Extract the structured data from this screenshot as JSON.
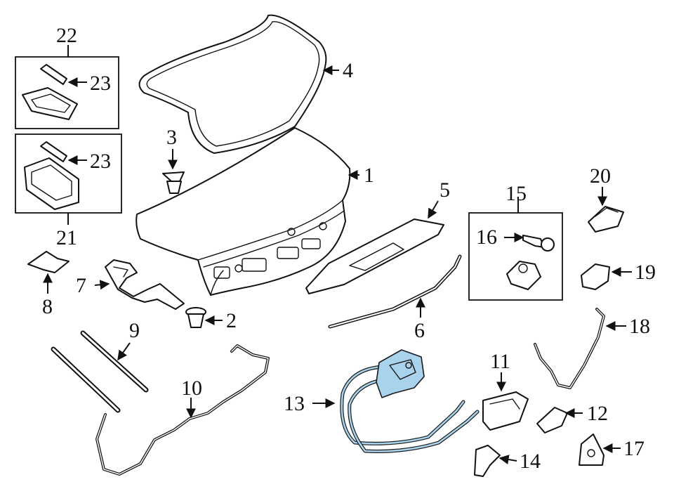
{
  "diagram": {
    "highlight_color": "#a9d3ec",
    "line_color": "#111111",
    "callouts": [
      {
        "id": "c1",
        "label": "1"
      },
      {
        "id": "c2",
        "label": "2"
      },
      {
        "id": "c3",
        "label": "3"
      },
      {
        "id": "c4",
        "label": "4"
      },
      {
        "id": "c5",
        "label": "5"
      },
      {
        "id": "c6",
        "label": "6"
      },
      {
        "id": "c7",
        "label": "7"
      },
      {
        "id": "c8",
        "label": "8"
      },
      {
        "id": "c9",
        "label": "9"
      },
      {
        "id": "c10",
        "label": "10"
      },
      {
        "id": "c11",
        "label": "11"
      },
      {
        "id": "c12",
        "label": "12"
      },
      {
        "id": "c13",
        "label": "13"
      },
      {
        "id": "c14",
        "label": "14"
      },
      {
        "id": "c15",
        "label": "15"
      },
      {
        "id": "c16",
        "label": "16"
      },
      {
        "id": "c17",
        "label": "17"
      },
      {
        "id": "c18",
        "label": "18"
      },
      {
        "id": "c19",
        "label": "19"
      },
      {
        "id": "c20",
        "label": "20"
      },
      {
        "id": "c21",
        "label": "21"
      },
      {
        "id": "c22",
        "label": "22"
      },
      {
        "id": "c23a",
        "label": "23"
      },
      {
        "id": "c23b",
        "label": "23"
      }
    ]
  }
}
